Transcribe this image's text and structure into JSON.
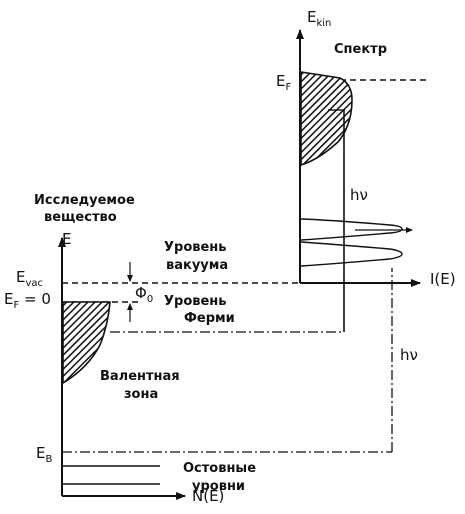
{
  "labels": {
    "e_kin": "E",
    "e_kin_sub": "kin",
    "spectrum": "Спектр",
    "e_f_right": "E",
    "e_f_right_sub": "F",
    "h_nu_top": "hν",
    "i_e": "I(E)",
    "sample_line1": "Исследуемое",
    "sample_line2": "вещество",
    "e_axis": "E",
    "vacuum_line1": "Уровень",
    "vacuum_line2": "вакуума",
    "e_vac": "E",
    "e_vac_sub": "vac",
    "e_f_left": "E",
    "e_f_left_sub": "F",
    "e_f_left_eq": " = 0",
    "phi": "Φ",
    "phi_sub": "0",
    "fermi_line1": "Уровень",
    "fermi_line2": "Ферми",
    "h_nu_right": "hν",
    "valence_line1": "Валентная",
    "valence_line2": "зона",
    "e_b": "E",
    "e_b_sub": "B",
    "core_line1": "Остовные",
    "core_line2": "уровни",
    "n_e": "N(E)"
  },
  "colors": {
    "ink": "#111111",
    "background": "#ffffff"
  }
}
